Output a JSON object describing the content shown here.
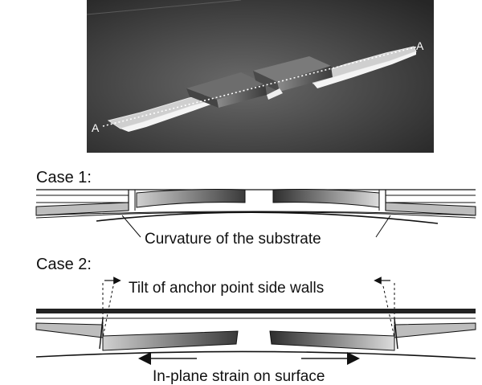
{
  "render_panel": {
    "point_label_left": "A",
    "point_label_right": "A"
  },
  "case1": {
    "title": "Case 1:",
    "annotation": "Curvature of the substrate"
  },
  "case2": {
    "title": "Case 2:",
    "annotation_top": "Tilt of anchor point side walls",
    "annotation_bottom": "In-plane strain on surface"
  },
  "colors": {
    "render_bg": "#3b3b3b",
    "ink": "#111111",
    "grey_fill": "#9a9a9a"
  }
}
